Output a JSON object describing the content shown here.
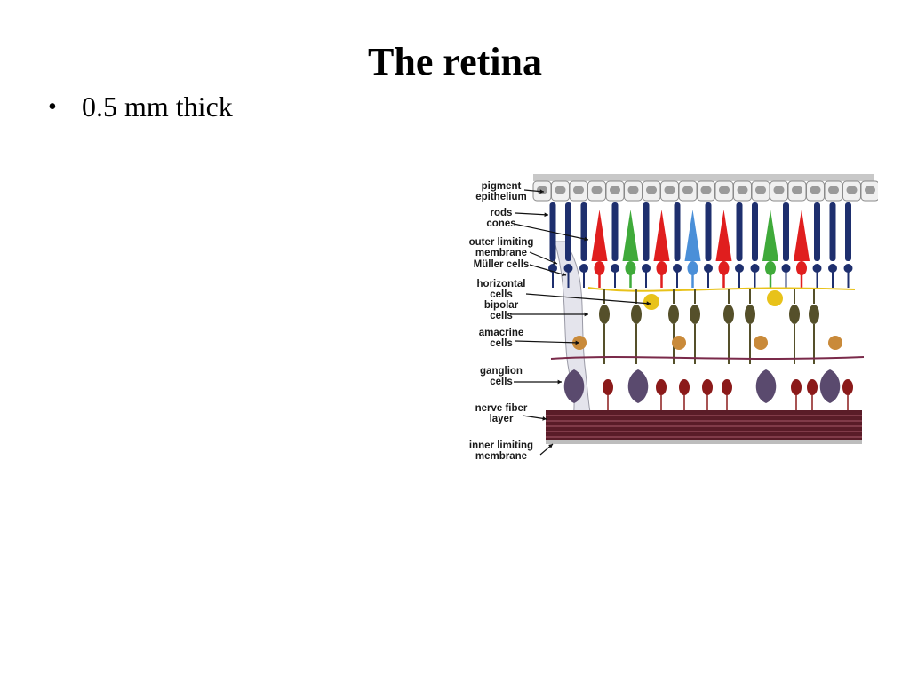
{
  "slide": {
    "title": "The retina",
    "bullets": [
      "0.5 mm thick"
    ]
  },
  "diagram": {
    "labels": [
      {
        "id": "pigment-epithelium",
        "lines": [
          "pigment",
          "epithelium"
        ]
      },
      {
        "id": "rods",
        "lines": [
          "rods"
        ]
      },
      {
        "id": "cones",
        "lines": [
          "cones"
        ]
      },
      {
        "id": "outer-limiting-membrane",
        "lines": [
          "outer limiting",
          "membrane"
        ]
      },
      {
        "id": "muller-cells",
        "lines": [
          "Müller cells"
        ]
      },
      {
        "id": "horizontal-cells",
        "lines": [
          "horizontal",
          "cells"
        ]
      },
      {
        "id": "bipolar-cells",
        "lines": [
          "bipolar",
          "cells"
        ]
      },
      {
        "id": "amacrine-cells",
        "lines": [
          "amacrine",
          "cells"
        ]
      },
      {
        "id": "ganglion-cells",
        "lines": [
          "ganglion",
          "cells"
        ]
      },
      {
        "id": "nerve-fiber-layer",
        "lines": [
          "nerve fiber",
          "layer"
        ]
      },
      {
        "id": "inner-limiting-membrane",
        "lines": [
          "inner limiting",
          "membrane"
        ]
      }
    ],
    "colors": {
      "rod": "#1e2f6e",
      "cone_red": "#e01e1e",
      "cone_green": "#3faa3a",
      "cone_blue": "#4a8fd8",
      "bipolar": "#55502a",
      "horizontal": "#e8c21a",
      "amacrine": "#c98a3a",
      "ganglion": "#5a4a6e",
      "ganglion_small": "#8b1a1a",
      "nerve_fiber": "#5a1c28",
      "pigment": "#d8d8d8"
    }
  }
}
